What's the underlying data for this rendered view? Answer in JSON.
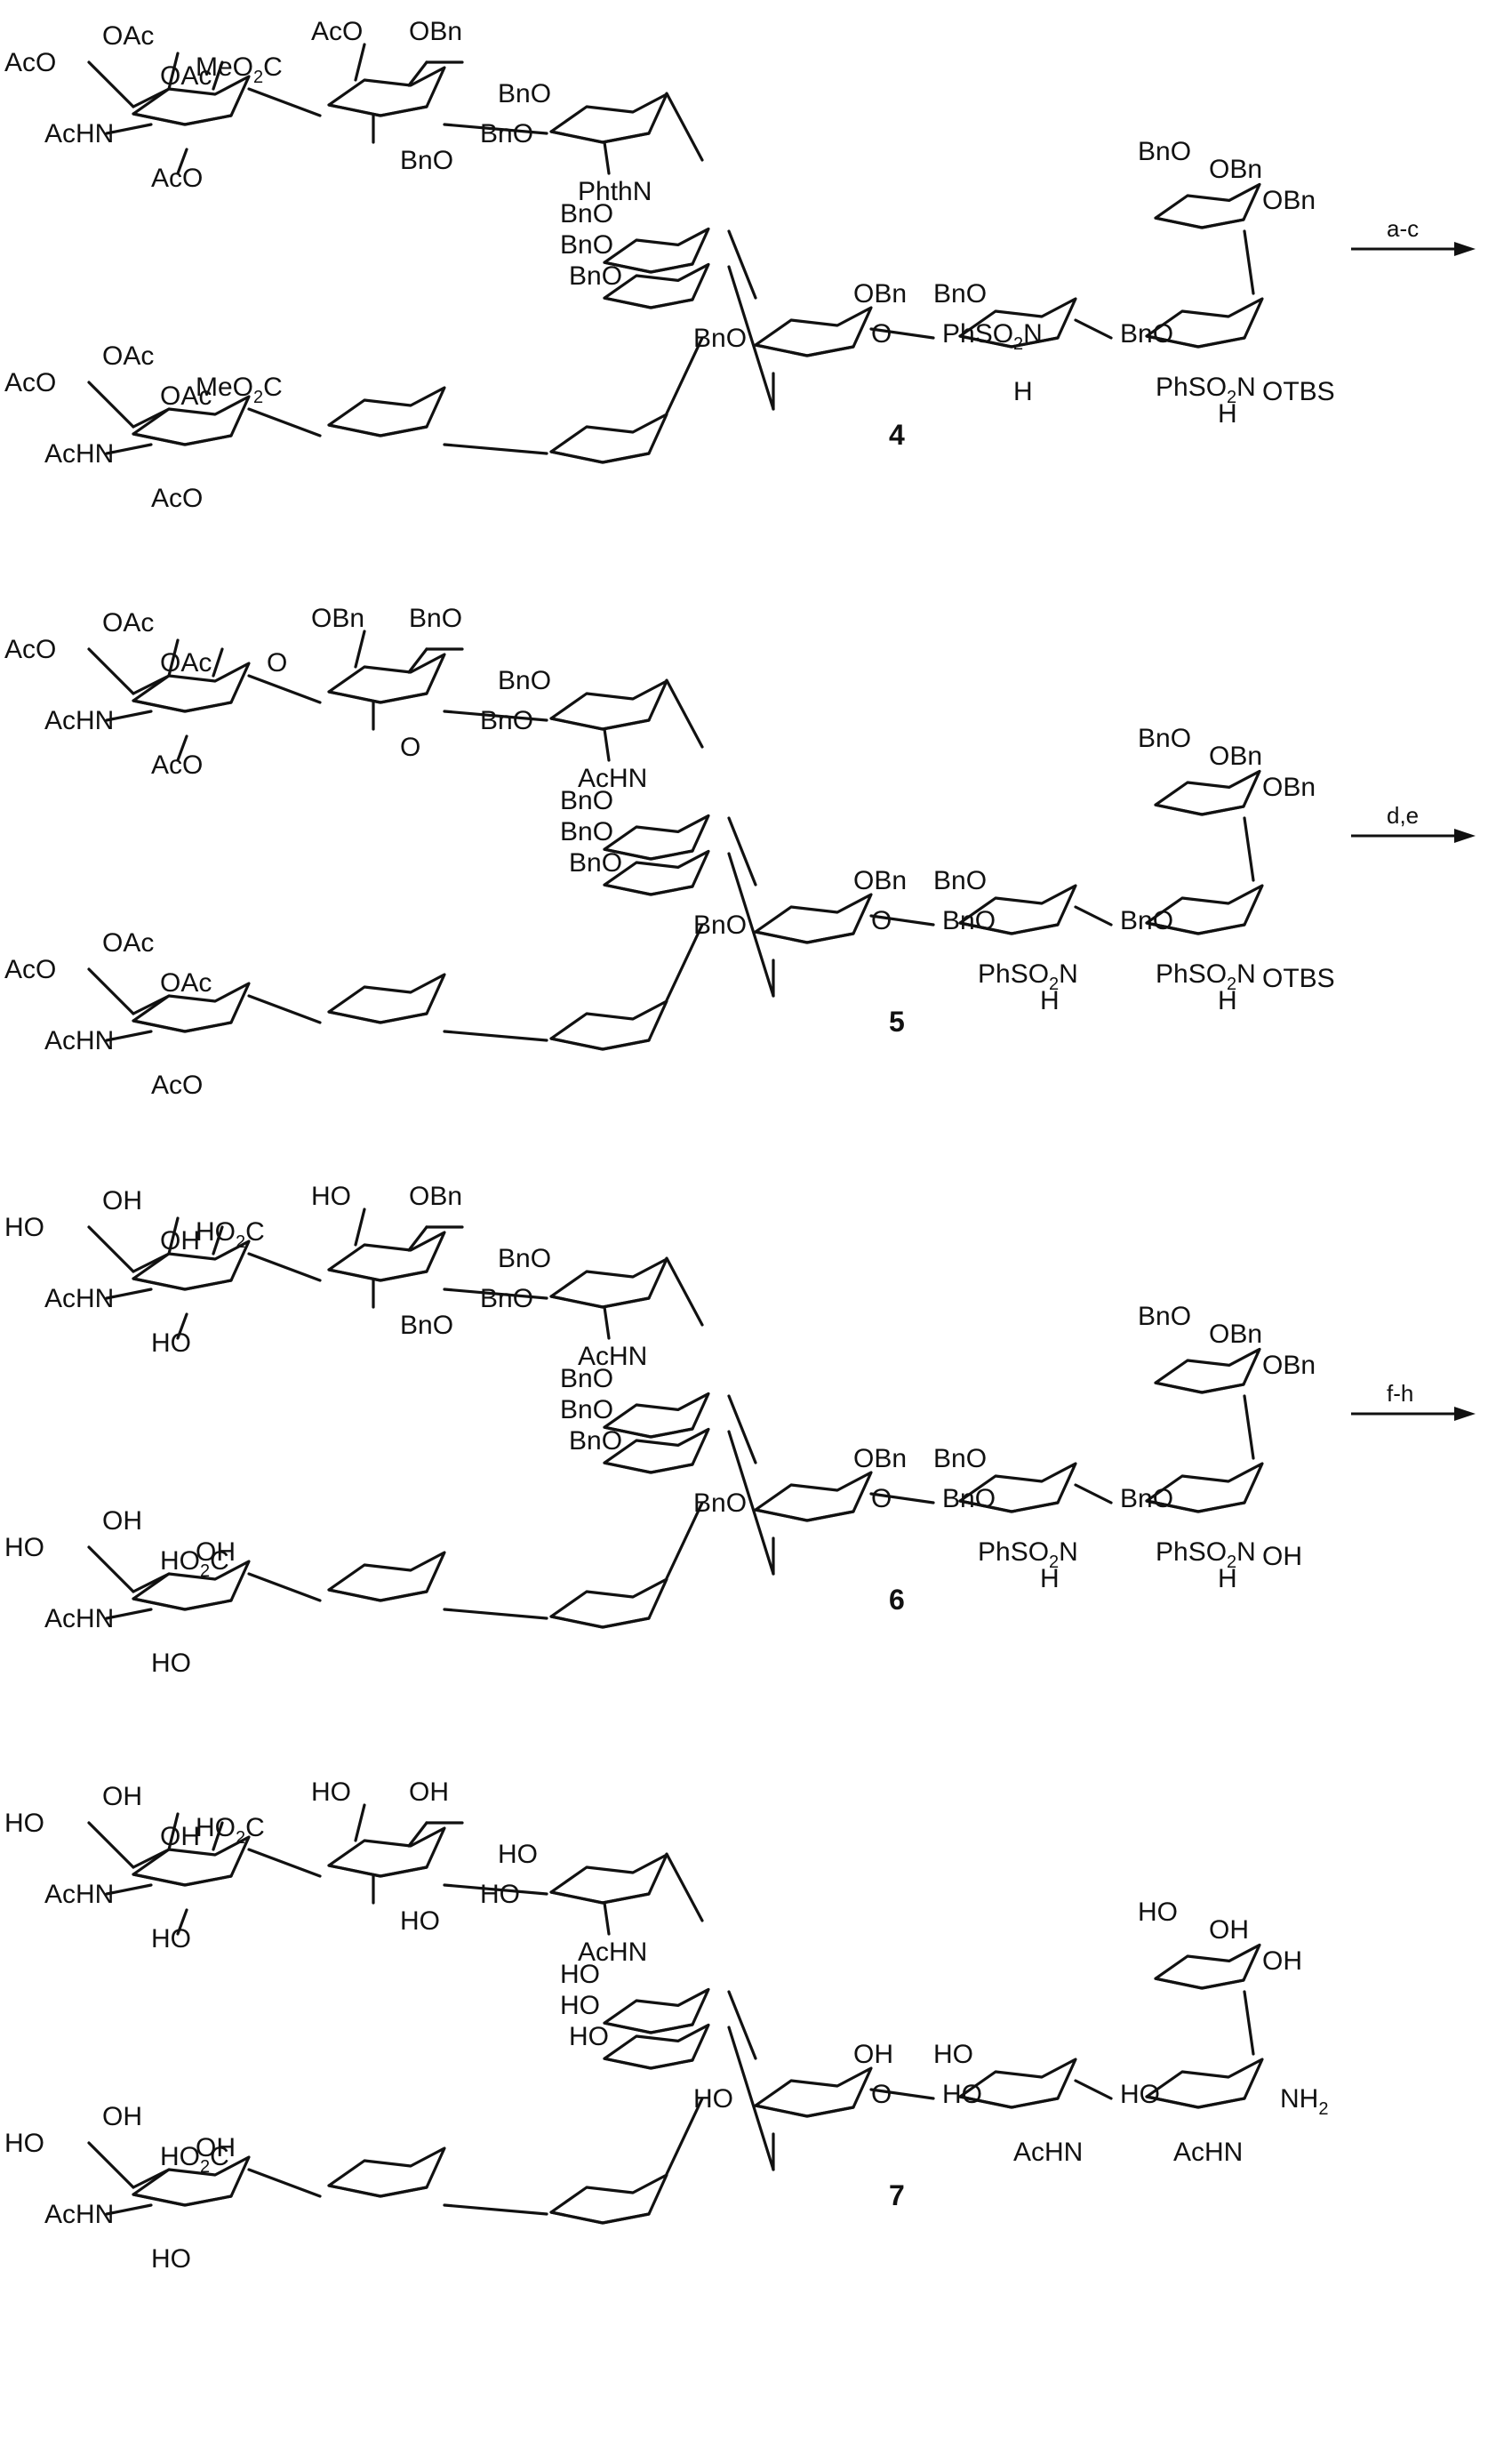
{
  "scheme": {
    "steps": [
      {
        "compound": "4",
        "arrow_conditions": "a-c",
        "labels": {
          "s1": [
            "AcO",
            "OAc",
            "OAc",
            "MeO2C",
            "AcHN",
            "AcO"
          ],
          "s2": [
            "AcO",
            "MeO2C",
            "OAc",
            "OAc",
            "AcHN",
            "AcO"
          ],
          "gal": [
            "AcO",
            "OBn",
            "BnO"
          ],
          "glc": [
            "BnO",
            "BnO",
            "PhthN"
          ],
          "man": [
            "BnO",
            "BnO",
            "BnO"
          ],
          "core": [
            "OBn",
            "O",
            "BnO"
          ],
          "r1": [
            "BnO",
            "PhSO2N",
            "H"
          ],
          "r2": [
            "BnO",
            "PhSO2N",
            "H",
            "OTBS"
          ],
          "fuc": [
            "BnO",
            "OBn",
            "OBn"
          ]
        }
      },
      {
        "compound": "5",
        "arrow_conditions": "d,e",
        "labels": {
          "s1": [
            "AcO",
            "OAc",
            "OAc",
            "AcHN",
            "AcO"
          ],
          "s2": [
            "AcO",
            "OAc",
            "OAc",
            "AcHN",
            "AcO"
          ],
          "gal": [
            "OBn",
            "BnO",
            "O",
            "O"
          ],
          "glc": [
            "BnO",
            "BnO",
            "AcHN"
          ],
          "man": [
            "BnO",
            "BnO",
            "BnO"
          ],
          "core": [
            "OBn",
            "O",
            "BnO"
          ],
          "r1": [
            "BnO",
            "BnO",
            "PhSO2N",
            "H"
          ],
          "r2": [
            "BnO",
            "PhSO2N",
            "H",
            "OTBS"
          ],
          "fuc": [
            "BnO",
            "OBn",
            "OBn"
          ]
        }
      },
      {
        "compound": "6",
        "arrow_conditions": "f-h",
        "labels": {
          "s1": [
            "HO",
            "OH",
            "OH",
            "HO2C",
            "AcHN",
            "HO"
          ],
          "s2": [
            "HO",
            "OH",
            "OH",
            "HO2C",
            "AcHN",
            "HO"
          ],
          "gal": [
            "HO",
            "OBn",
            "BnO"
          ],
          "glc": [
            "BnO",
            "BnO",
            "AcHN"
          ],
          "man": [
            "BnO",
            "BnO",
            "BnO"
          ],
          "core": [
            "OBn",
            "O",
            "BnO"
          ],
          "r1": [
            "BnO",
            "BnO",
            "PhSO2N",
            "H"
          ],
          "r2": [
            "BnO",
            "PhSO2N",
            "H",
            "OH"
          ],
          "fuc": [
            "BnO",
            "OBn",
            "OBn"
          ]
        }
      },
      {
        "compound": "7",
        "arrow_conditions": "",
        "labels": {
          "s1": [
            "HO",
            "OH",
            "OH",
            "HO2C",
            "AcHN",
            "HO"
          ],
          "s2": [
            "HO",
            "OH",
            "OH",
            "HO2C",
            "AcHN",
            "HO"
          ],
          "gal": [
            "HO",
            "OH",
            "HO"
          ],
          "glc": [
            "HO",
            "HO",
            "AcHN"
          ],
          "man": [
            "HO",
            "HO",
            "HO"
          ],
          "core": [
            "OH",
            "O",
            "HO"
          ],
          "r1": [
            "HO",
            "HO",
            "AcHN"
          ],
          "r2": [
            "HO",
            "AcHN",
            "NH2"
          ],
          "fuc": [
            "HO",
            "OH",
            "OH"
          ]
        }
      }
    ]
  }
}
